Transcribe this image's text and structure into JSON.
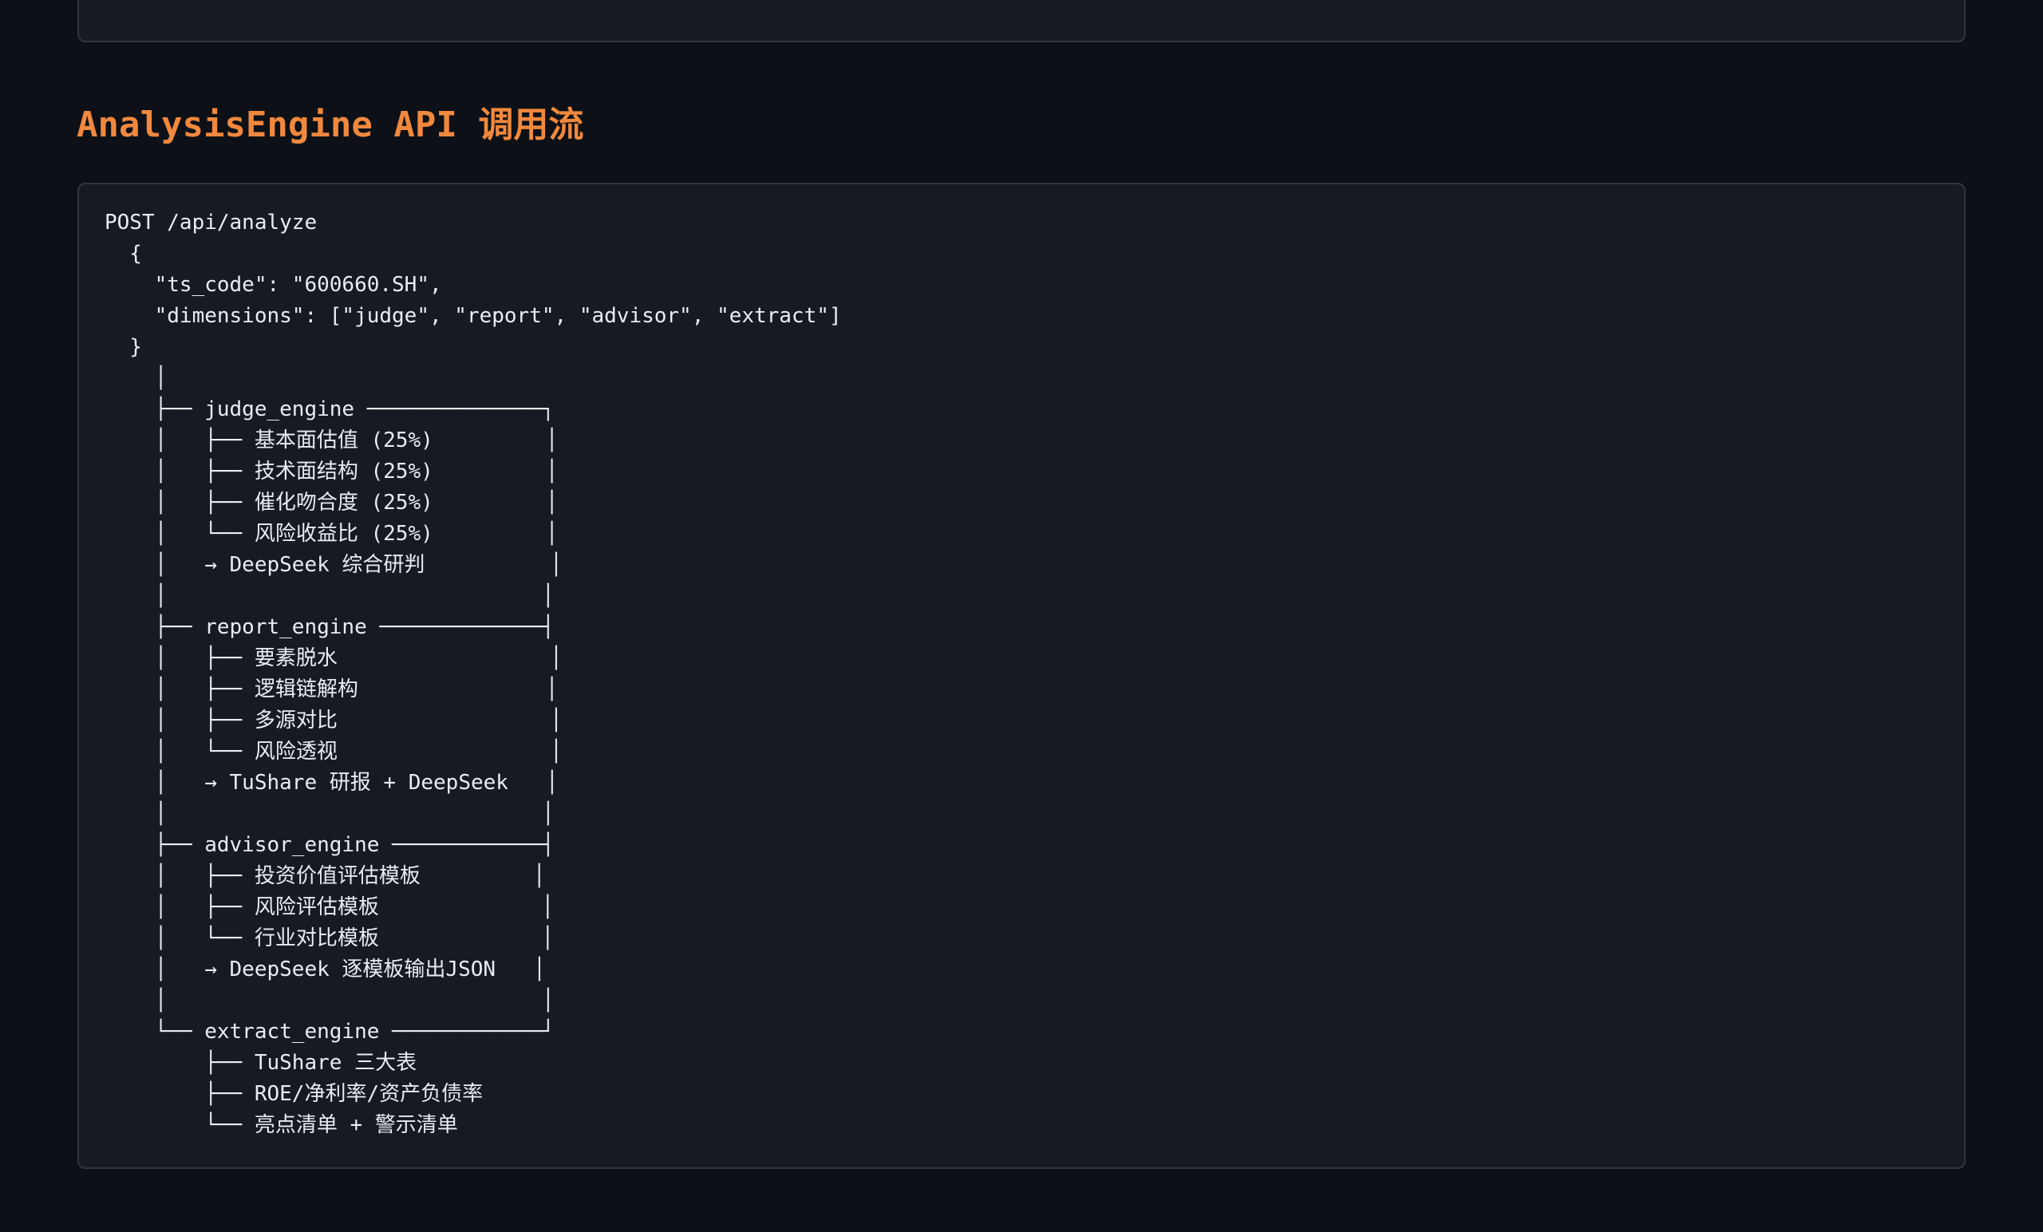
{
  "section": {
    "title": "AnalysisEngine API 调用流"
  },
  "code": {
    "lines": [
      "POST /api/analyze",
      "  {",
      "    \"ts_code\": \"600660.SH\",",
      "    \"dimensions\": [\"judge\", \"report\", \"advisor\", \"extract\"]",
      "  }",
      "    │",
      "    ├── judge_engine ──────────────┐",
      "    │   ├── 基本面估值 (25%)         │",
      "    │   ├── 技术面结构 (25%)         │",
      "    │   ├── 催化吻合度 (25%)         │",
      "    │   └── 风险收益比 (25%)         │",
      "    │   → DeepSeek 综合研判          │",
      "    │                              │",
      "    ├── report_engine ─────────────┤",
      "    │   ├── 要素脱水                 │",
      "    │   ├── 逻辑链解构               │",
      "    │   ├── 多源对比                 │",
      "    │   └── 风险透视                 │",
      "    │   → TuShare 研报 + DeepSeek   │",
      "    │                              │",
      "    ├── advisor_engine ────────────┤",
      "    │   ├── 投资价值评估模板         │",
      "    │   ├── 风险评估模板             │",
      "    │   └── 行业对比模板             │",
      "    │   → DeepSeek 逐模板输出JSON   │",
      "    │                              │",
      "    └── extract_engine ────────────┘",
      "        ├── TuShare 三大表",
      "        ├── ROE/净利率/资产负债率",
      "        └── 亮点清单 + 警示清单"
    ]
  }
}
